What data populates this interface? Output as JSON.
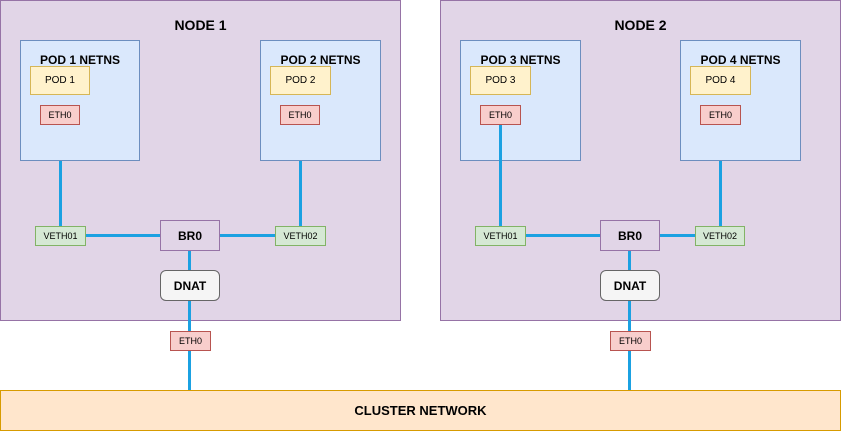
{
  "colors": {
    "node_fill": "#e1d5e7",
    "netns_fill": "#dae8fc",
    "pod_fill": "#fff2cc",
    "eth_fill": "#f8cecc",
    "veth_fill": "#d5e8d4",
    "dnat_fill": "#f5f5f5",
    "cluster_fill": "#ffe6cc",
    "wire": "#1ba1e2"
  },
  "nodes": [
    {
      "title": "NODE 1",
      "netns": [
        {
          "title": "POD 1 NETNS",
          "pod": "POD 1",
          "eth": "ETH0"
        },
        {
          "title": "POD 2 NETNS",
          "pod": "POD 2",
          "eth": "ETH0"
        }
      ],
      "veth_left": "VETH01",
      "veth_right": "VETH02",
      "bridge": "BR0",
      "dnat": "DNAT",
      "host_eth": "ETH0"
    },
    {
      "title": "NODE 2",
      "netns": [
        {
          "title": "POD 3 NETNS",
          "pod": "POD 3",
          "eth": "ETH0"
        },
        {
          "title": "POD 4 NETNS",
          "pod": "POD 4",
          "eth": "ETH0"
        }
      ],
      "veth_left": "VETH01",
      "veth_right": "VETH02",
      "bridge": "BR0",
      "dnat": "DNAT",
      "host_eth": "ETH0"
    }
  ],
  "cluster_network": "CLUSTER NETWORK"
}
